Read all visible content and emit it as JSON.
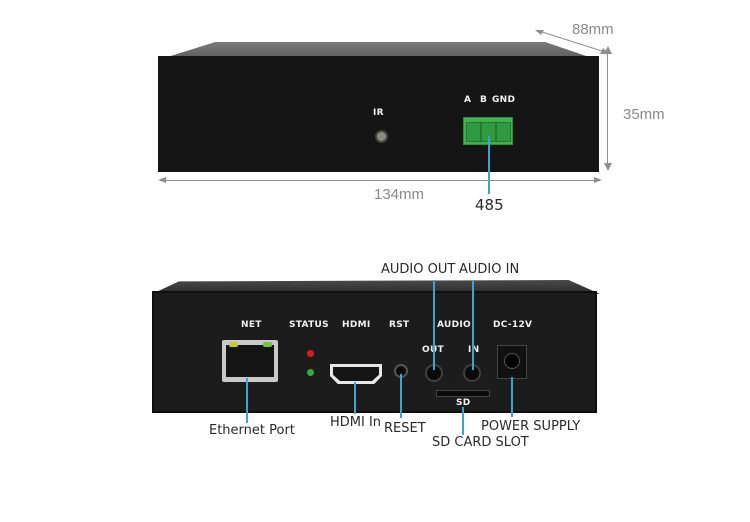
{
  "top_view": {
    "dimensions": {
      "depth": "88mm",
      "height": "35mm",
      "width": "134mm"
    },
    "panel_labels": {
      "ir": "IR",
      "a": "A",
      "b": "B",
      "gnd": "GND"
    },
    "callouts": {
      "rs485": "485"
    },
    "colors": {
      "terminal_block": "#3fb24f",
      "dimension_text": "#8a8a8a"
    }
  },
  "bottom_view": {
    "panel_labels": {
      "net": "NET",
      "status": "STATUS",
      "hdmi": "HDMI",
      "rst": "RST",
      "audio": "AUDIO",
      "out": "OUT",
      "in": "IN",
      "dc": "DC-12V",
      "sd": "SD"
    },
    "callouts": {
      "audio_out": "AUDIO OUT",
      "audio_in": "AUDIO IN",
      "ethernet": "Ethernet Port",
      "hdmi_in": "HDMI In",
      "reset": "RESET",
      "sd_card": "SD CARD SLOT",
      "power": "POWER SUPPLY"
    },
    "colors": {
      "callout_line": "#3aa6cf",
      "status_led_red": "#d42020",
      "status_led_green": "#2fae3a",
      "net_led_yellow": "#c8c832",
      "net_led_green": "#6ac83a"
    }
  }
}
